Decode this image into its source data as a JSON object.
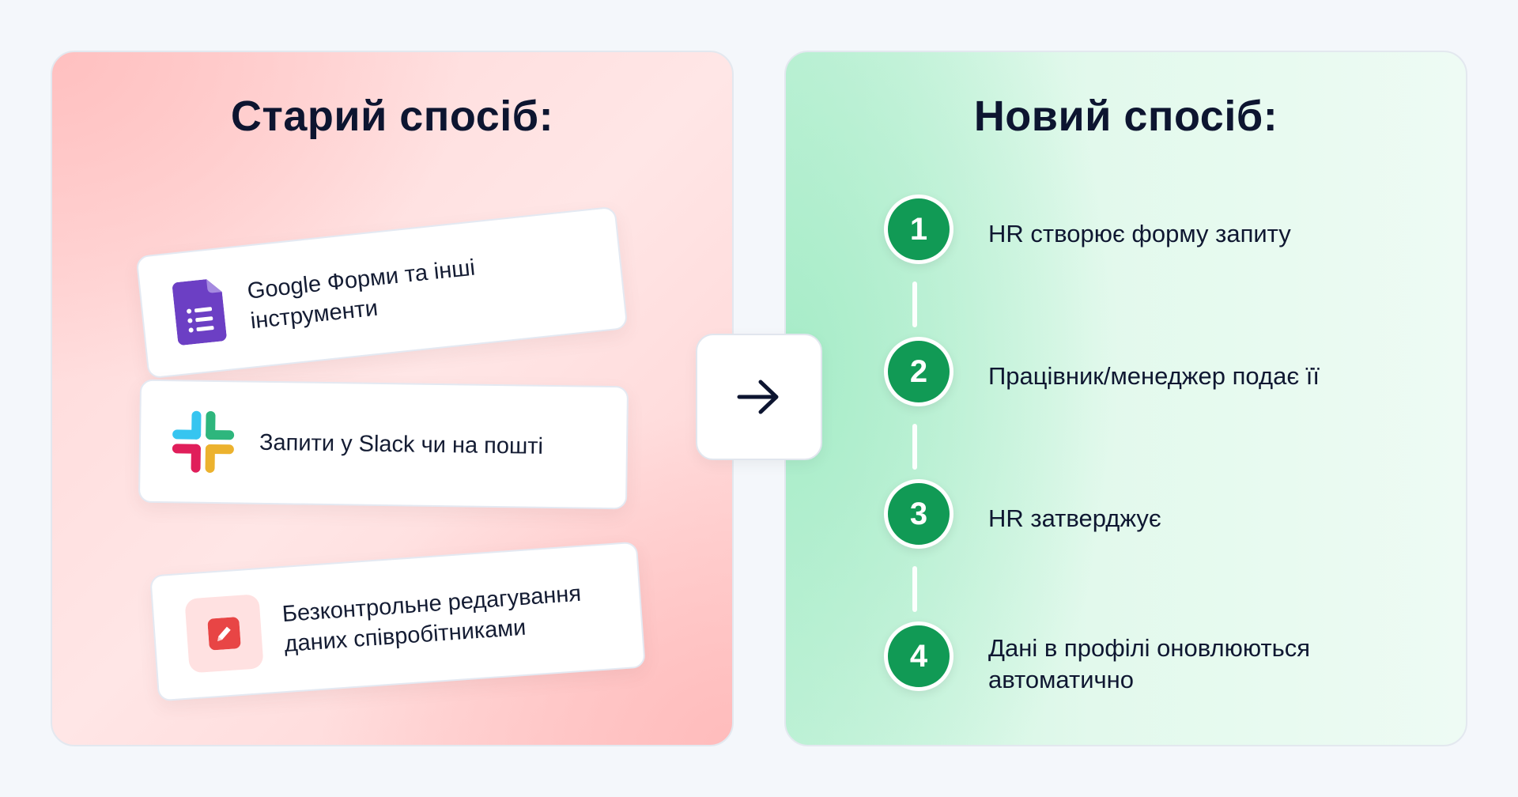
{
  "old_way": {
    "title": "Старий спосіб:",
    "items": [
      {
        "icon": "google-forms-icon",
        "text": "Google Форми та інші інструменти"
      },
      {
        "icon": "slack-icon",
        "text": "Запити у Slack чи на пошті"
      },
      {
        "icon": "edit-icon",
        "text": "Безконтрольне редагування даних співробітниками"
      }
    ]
  },
  "transition_icon": "arrow-right-icon",
  "new_way": {
    "title": "Новий спосіб:",
    "steps": [
      {
        "number": "1",
        "text": "HR створює форму запиту"
      },
      {
        "number": "2",
        "text": "Працівник/менеджер подає її"
      },
      {
        "number": "3",
        "text": "HR затверджує"
      },
      {
        "number": "4",
        "text": "Дані в профілі оновлюються автоматично"
      }
    ]
  },
  "colors": {
    "old_panel": "#ffd6d6",
    "new_panel": "#c6f3db",
    "step_green": "#119a55",
    "forms_purple": "#6c3fc4",
    "edit_red": "#e84545"
  }
}
